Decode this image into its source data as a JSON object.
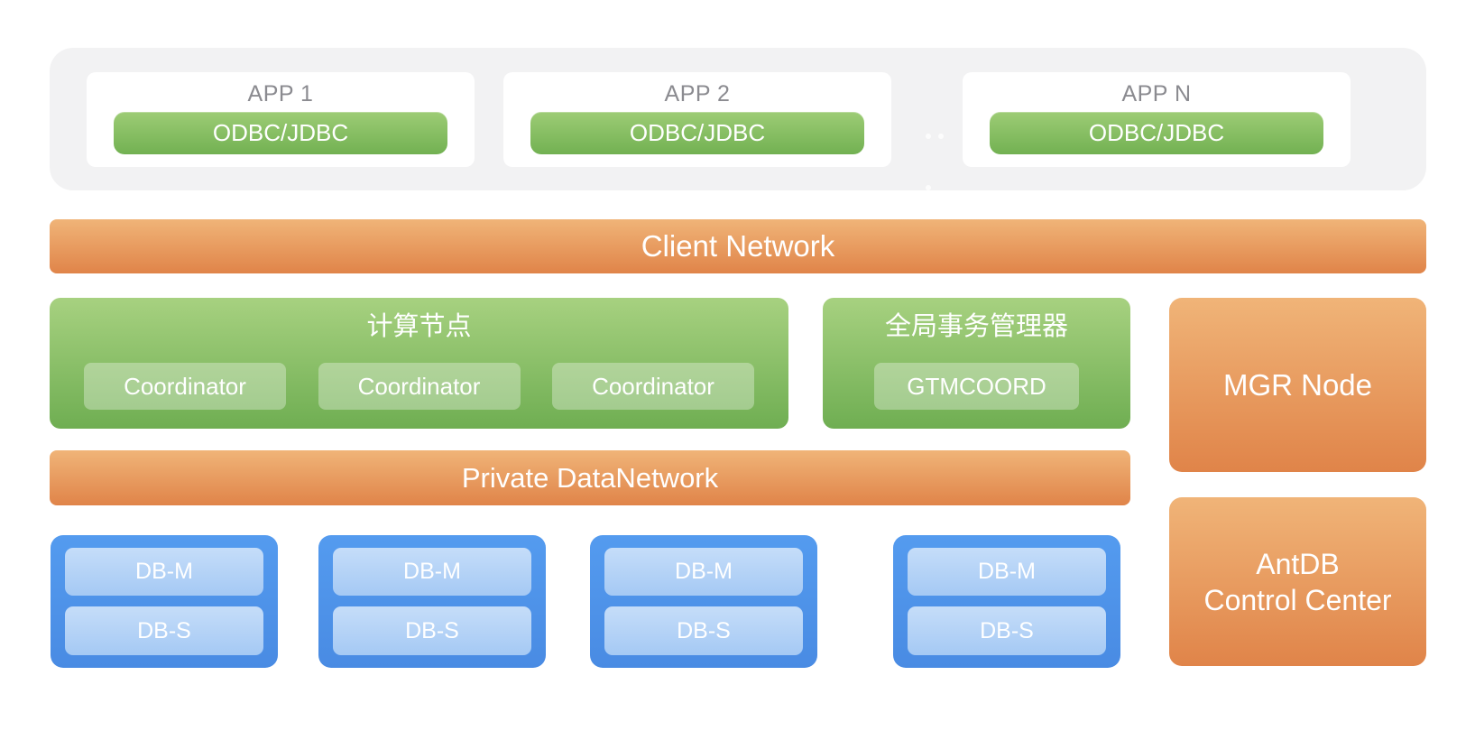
{
  "app_layer": {
    "apps": [
      {
        "name": "APP 1",
        "driver": "ODBC/JDBC"
      },
      {
        "name": "APP 2",
        "driver": "ODBC/JDBC"
      },
      {
        "name": "APP N",
        "driver": "ODBC/JDBC"
      }
    ]
  },
  "client_network": {
    "label": "Client Network"
  },
  "compute_layer": {
    "title": "计算节点",
    "coordinators": [
      "Coordinator",
      "Coordinator",
      "Coordinator"
    ]
  },
  "gtm": {
    "title": "全局事务管理器",
    "node": "GTMCOORD"
  },
  "mgr_node": {
    "label": "MGR Node"
  },
  "private_network": {
    "label": "Private DataNetwork"
  },
  "data_nodes": [
    {
      "master": "DB-M",
      "slave": "DB-S"
    },
    {
      "master": "DB-M",
      "slave": "DB-S"
    },
    {
      "master": "DB-M",
      "slave": "DB-S"
    },
    {
      "master": "DB-M",
      "slave": "DB-S"
    }
  ],
  "control_center": {
    "line1": "AntDB",
    "line2": "Control Center"
  },
  "colors": {
    "orange_top": "#F0B478",
    "orange_bottom": "#E08449",
    "green_top": "#A7D180",
    "green_bottom": "#6FAE52",
    "green_pill_top": "#9DCC75",
    "green_pill_bottom": "#72B152",
    "blue_box": "#4D93EB",
    "blue_pill_top": "#C5DDF9",
    "blue_pill_bottom": "#A5C9F4",
    "panel_gray": "#F2F2F3",
    "app_title_gray": "#8B8B90",
    "text_white": "#FFFFFF"
  }
}
